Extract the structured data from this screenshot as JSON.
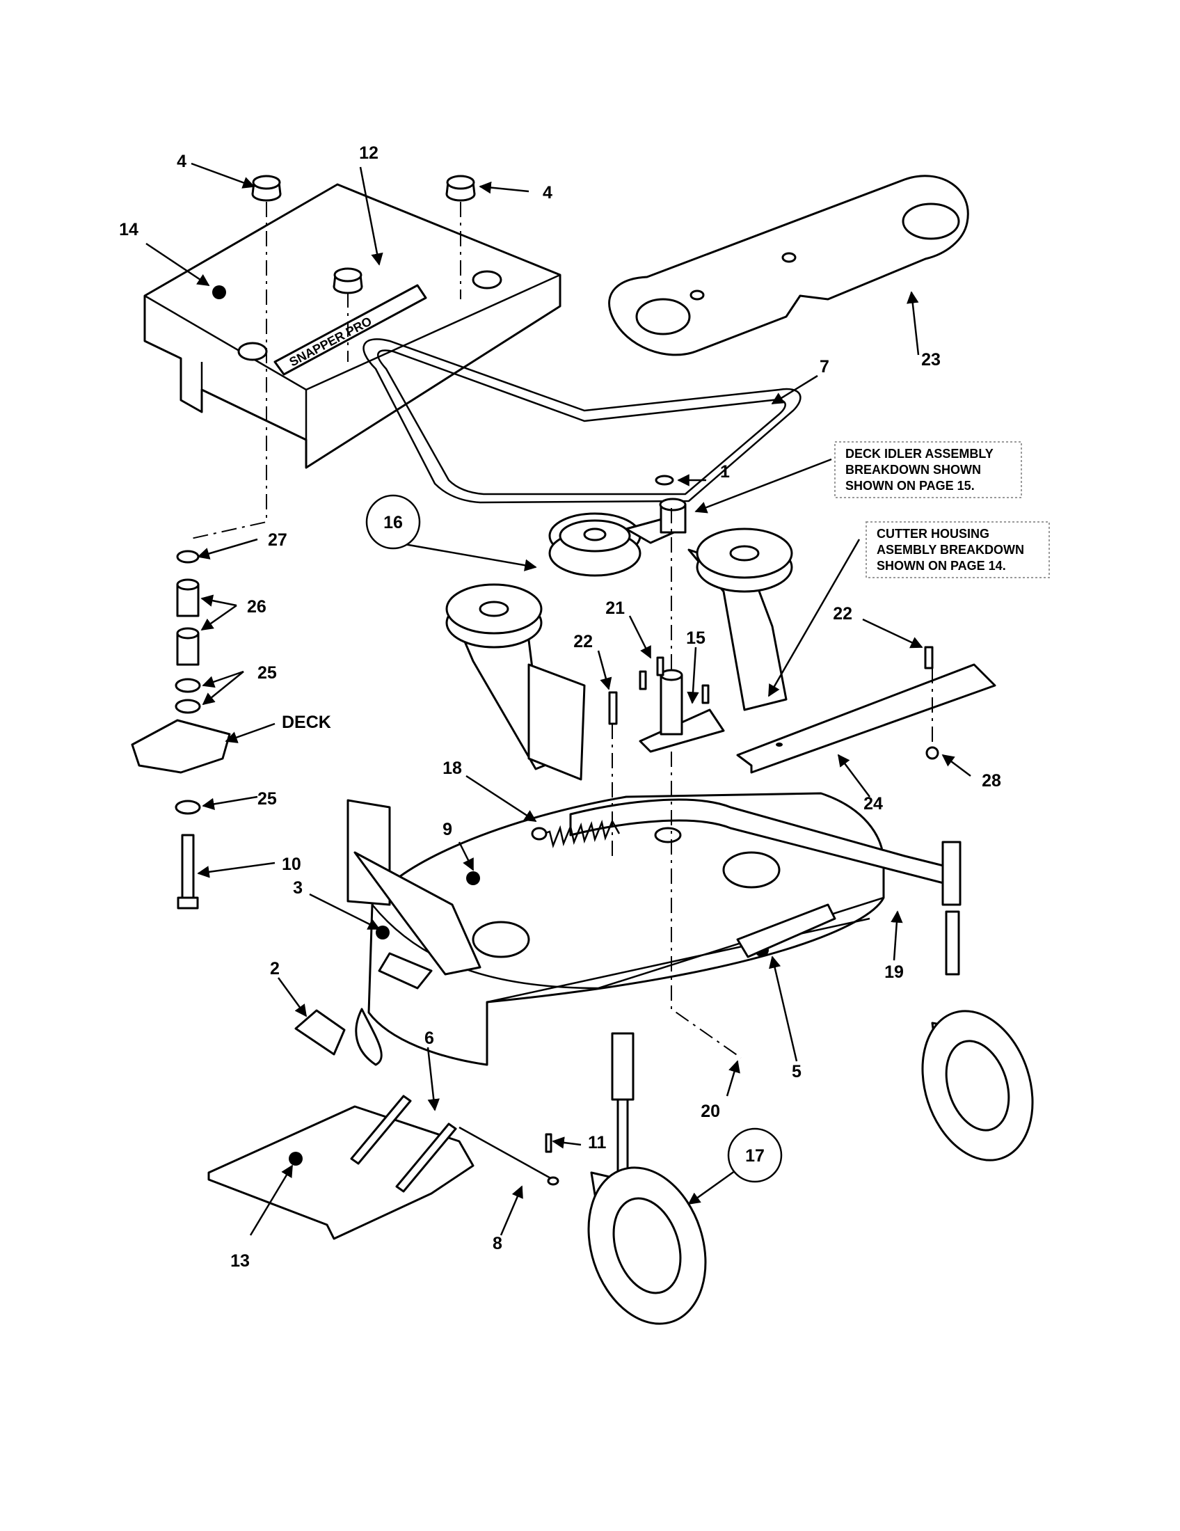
{
  "callouts": {
    "c1": "1",
    "c2": "2",
    "c3": "3",
    "c4a": "4",
    "c4b": "4",
    "c5": "5",
    "c6": "6",
    "c7": "7",
    "c8": "8",
    "c9": "9",
    "c10": "10",
    "c11": "11",
    "c12": "12",
    "c13": "13",
    "c14": "14",
    "c15": "15",
    "c16": "16",
    "c17": "17",
    "c18": "18",
    "c19": "19",
    "c20": "20",
    "c21": "21",
    "c22a": "22",
    "c22b": "22",
    "c23": "23",
    "c24": "24",
    "c25a": "25",
    "c25b": "25",
    "c26": "26",
    "c27": "27",
    "c28": "28",
    "deck": "DECK"
  },
  "notes": {
    "idler": [
      "DECK IDLER ASSEMBLY",
      "BREAKDOWN SHOWN",
      "SHOWN ON PAGE 15."
    ],
    "cutter": [
      "CUTTER HOUSING",
      "ASEMBLY BREAKDOWN",
      "SHOWN ON PAGE 14."
    ]
  },
  "logo_text": "SNAPPER PRO"
}
